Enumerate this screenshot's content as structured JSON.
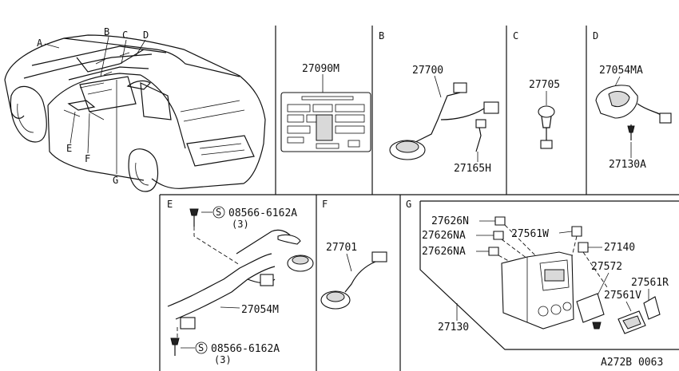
{
  "figure_code": "A272B 0063",
  "car_labels": {
    "A": "A",
    "B": "B",
    "C": "C",
    "D": "D",
    "E": "E",
    "F": "F",
    "G": "G"
  },
  "section_labels": {
    "B": "B",
    "C": "C",
    "D": "D",
    "E": "E",
    "F": "F",
    "G": "G"
  },
  "parts": {
    "p27090M": "27090M",
    "p27700": "27700",
    "p27165H": "27165H",
    "p27705": "27705",
    "p27054MA": "27054MA",
    "p27130A": "27130A",
    "bolt_top": "08566-6162A",
    "bolt_top_qty": "(3)",
    "p27054M": "27054M",
    "bolt_bottom": "08566-6162A",
    "bolt_bottom_qty": "(3)",
    "p27701": "27701",
    "p27626N": "27626N",
    "p27626NA_1": "27626NA",
    "p27626NA_2": "27626NA",
    "p27561W": "27561W",
    "p27140": "27140",
    "p27572": "27572",
    "p27561R": "27561R",
    "p27561V": "27561V",
    "p27130": "27130"
  },
  "circle_s": "S"
}
